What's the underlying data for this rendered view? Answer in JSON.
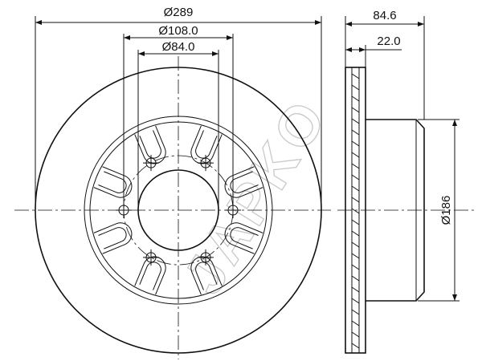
{
  "dimensions": {
    "outer_diameter": "Ø289",
    "bolt_circle_diameter": "Ø108.0",
    "center_bore_diameter": "Ø84.0",
    "total_height": "84.6",
    "disc_thickness": "22.0",
    "hat_diameter": "Ø186"
  },
  "watermark": "JAPKO"
}
